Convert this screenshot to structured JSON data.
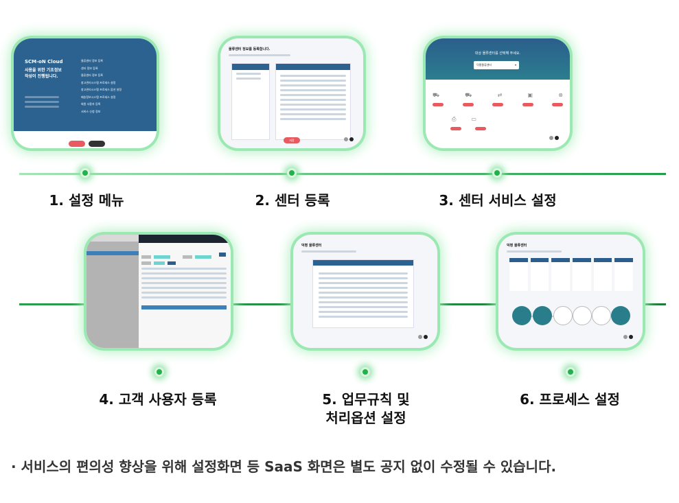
{
  "steps": [
    {
      "label": "1. 설정 메뉴"
    },
    {
      "label": "2. 센터 등록"
    },
    {
      "label": "3. 센터 서비스 설정"
    },
    {
      "label": "4. 고객 사용자 등록"
    },
    {
      "label_line1": "5. 업무규칙 및",
      "label_line2": "처리옵션 설정"
    },
    {
      "label": "6. 프로세스 설정"
    }
  ],
  "card1": {
    "brand": "SCM-oN Cloud",
    "heading": "사용을 위한 기초정보 작성이 진행됩니다.",
    "menu": [
      "물류센터 정보 등록",
      "센터 정보 등록",
      "물류센터 정보 등록",
      "창고관리시스템 프로세스 설정",
      "창고관리시스템 프로세스 옵션 설정",
      "배송정보시스템 프로세스 설정",
      "회원 사용자 등록",
      "서비스 신청 정보"
    ]
  },
  "card2": {
    "title": "물류센터 정보를 등록합니다.",
    "button": "저장"
  },
  "card3": {
    "title": "대상 물류센터를 선택해 주세요.",
    "select": "덕평물류센터"
  },
  "card5": {
    "title": "덕평 물류센터"
  },
  "card6": {
    "title": "덕평 물류센터"
  },
  "note": "· 서비스의 편의성 향상을 위해 설정화면 등 SaaS 화면은 별도 공지 없이 수정될 수 있습니다.",
  "colors": {
    "accent": "#22b14c",
    "glow": "#9ce8b2",
    "blue": "#2c6290",
    "teal": "#2a7e8c"
  }
}
